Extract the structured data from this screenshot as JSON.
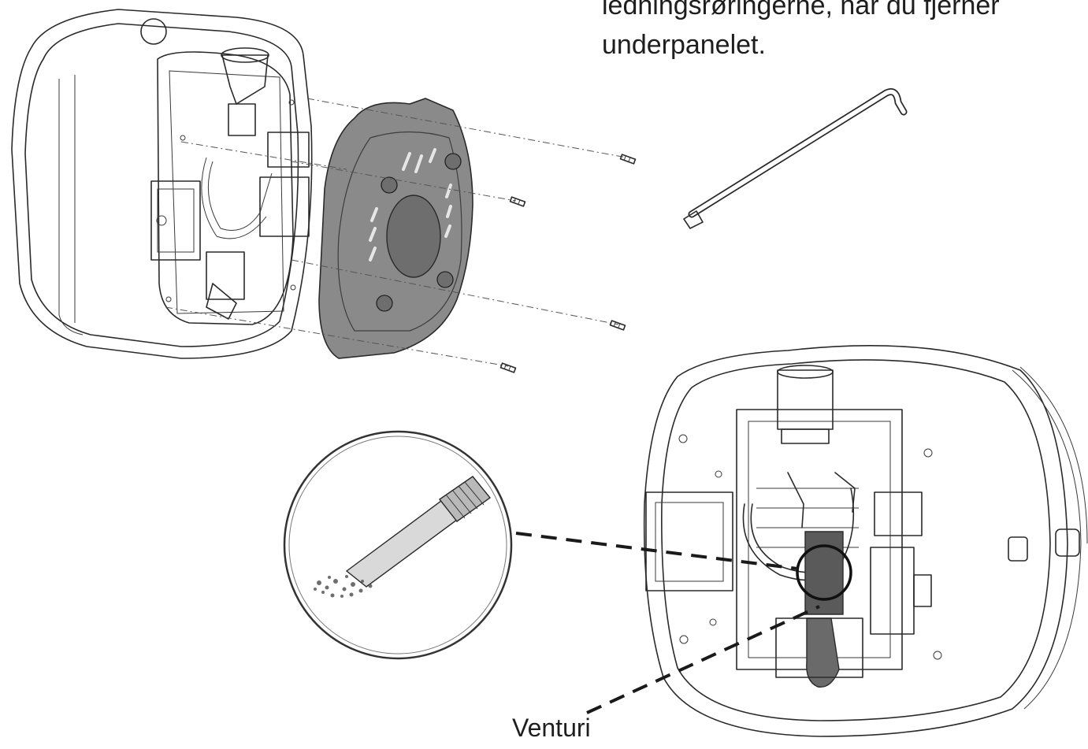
{
  "caption": {
    "line1": "ledningsrøringerne, når du fjerner",
    "line2": "underpanelet."
  },
  "labels": {
    "venturi": "Venturi"
  },
  "colors": {
    "ink": "#2a2a2a",
    "panel_fill": "#8a8a8a",
    "background": "#ffffff"
  }
}
